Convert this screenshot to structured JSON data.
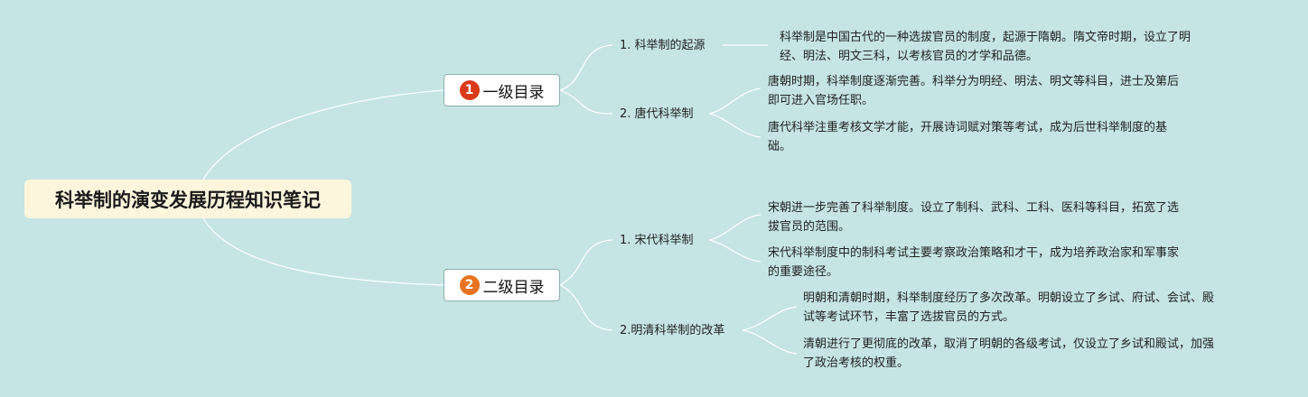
{
  "root": {
    "title": "科举制的演变发展历程知识笔记"
  },
  "branches": [
    {
      "number": "1",
      "badge_color": "#d93a1a",
      "label": "一级目录",
      "children": [
        {
          "label": "1. 科举制的起源",
          "notes": [
            "科举制是中国古代的一种选拔官员的制度，起源于隋朝。隋文帝时期，设立了明\n经、明法、明文三科，以考核官员的才学和品德。"
          ]
        },
        {
          "label": "2. 唐代科举制",
          "notes": [
            "唐朝时期，科举制度逐渐完善。科举分为明经、明法、明文等科目，进士及第后\n即可进入官场任职。",
            "唐代科举注重考核文学才能，开展诗词赋对策等考试，成为后世科举制度的基\n础。"
          ]
        }
      ]
    },
    {
      "number": "2",
      "badge_color": "#e8731e",
      "label": "二级目录",
      "children": [
        {
          "label": "1. 宋代科举制",
          "notes": [
            "宋朝进一步完善了科举制度。设立了制科、武科、工科、医科等科目，拓宽了选\n拔官员的范围。",
            "宋代科举制度中的制科考试主要考察政治策略和才干，成为培养政治家和军事家\n的重要途径。"
          ]
        },
        {
          "label": "2.明清科举制的改革",
          "notes": [
            "明朝和清朝时期，科举制度经历了多次改革。明朝设立了乡试、府试、会试、殿\n试等考试环节，丰富了选拔官员的方式。",
            "清朝进行了更彻底的改革，取消了明朝的各级考试，仅设立了乡试和殿试，加强\n了政治考核的权重。"
          ]
        }
      ]
    }
  ]
}
